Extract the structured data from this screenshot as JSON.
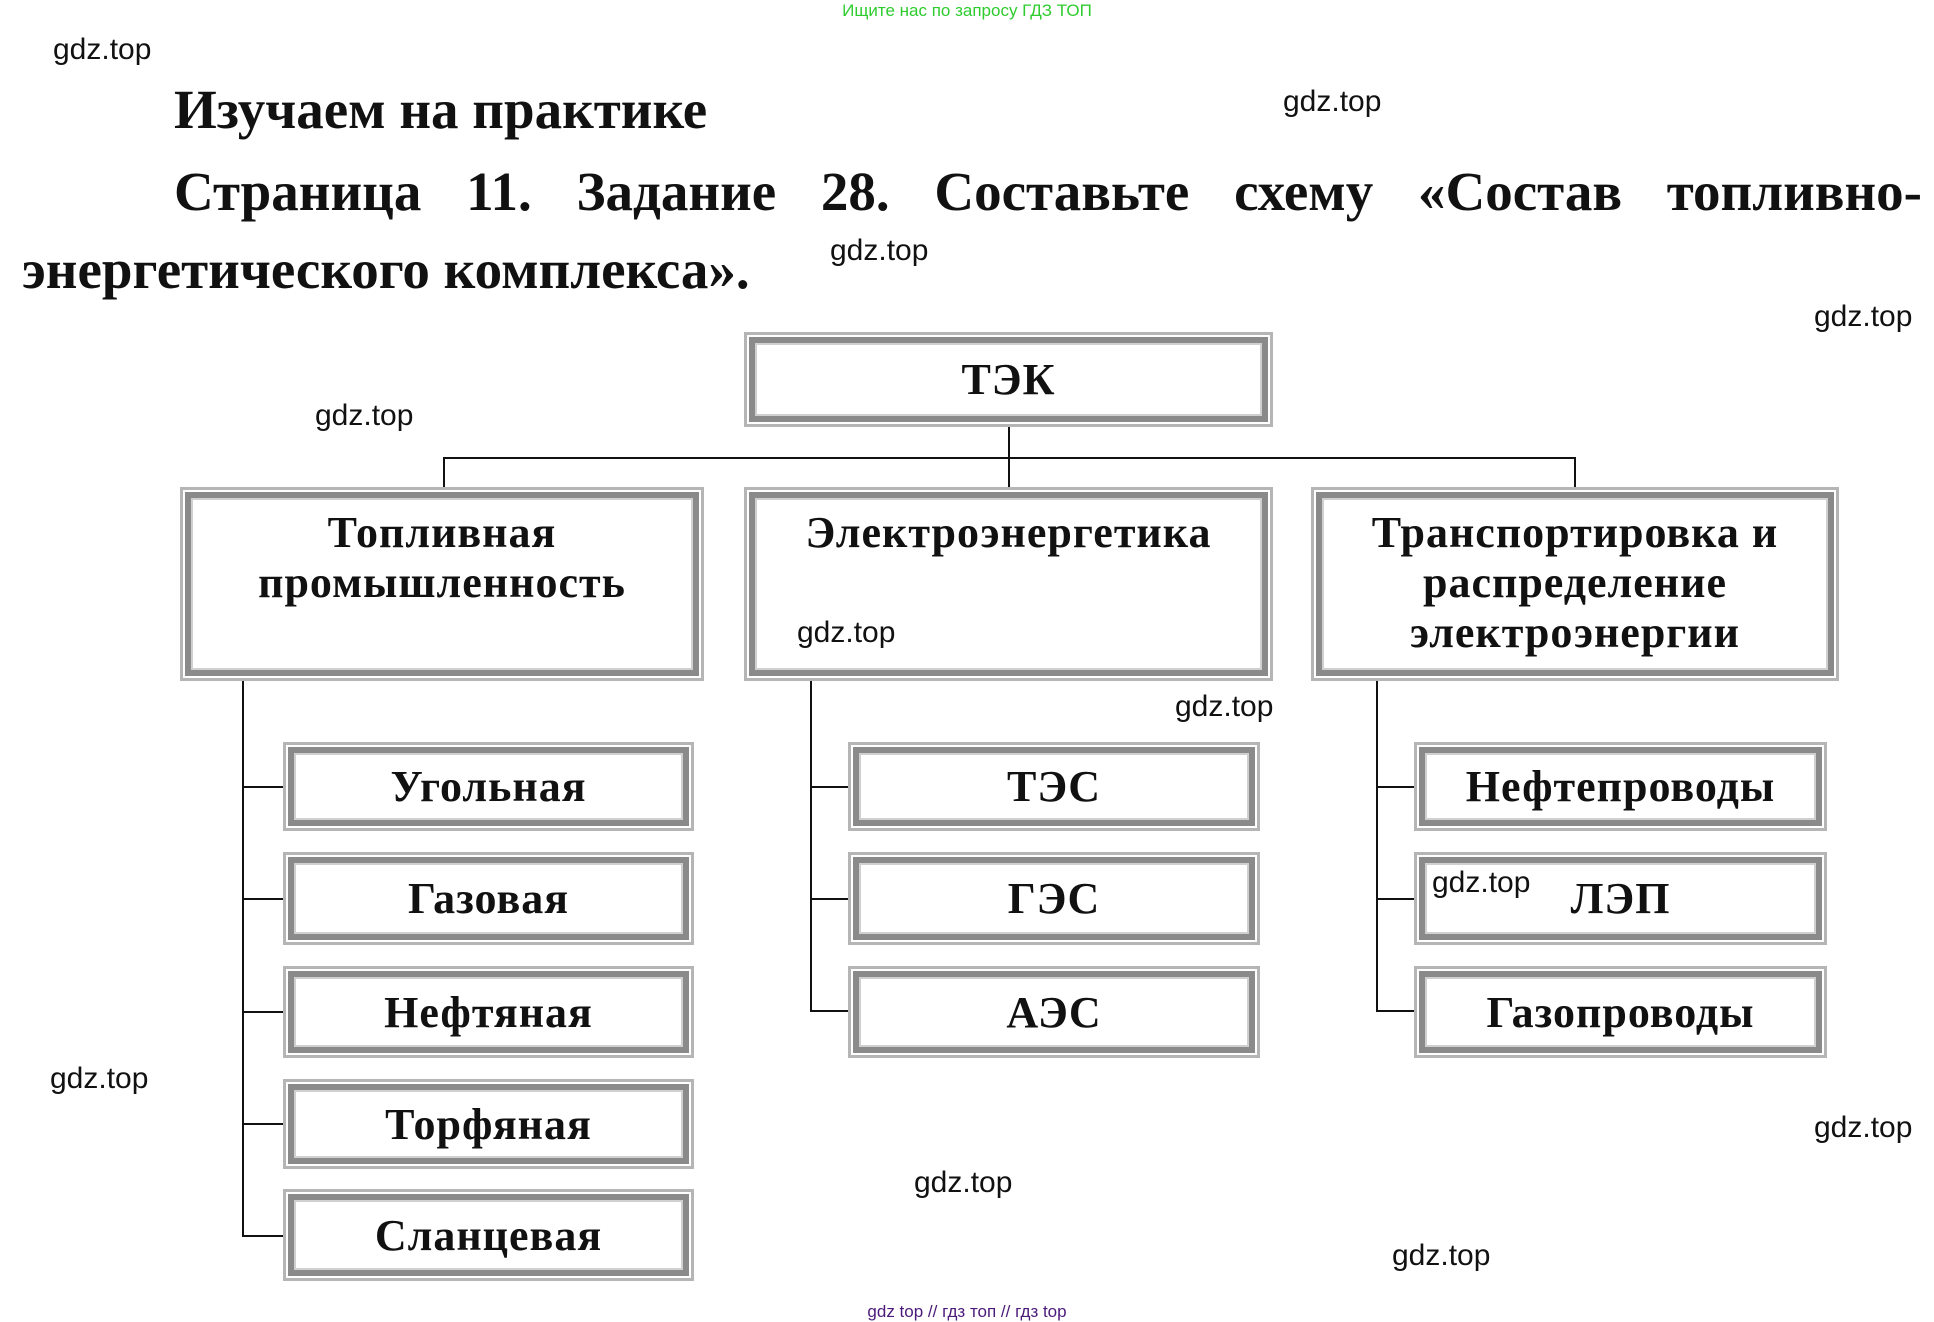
{
  "banner_top": "Ищите нас по запросу ГДЗ ТОП",
  "banner_bottom": "gdz top  //  гдз топ  //  гдз top",
  "heading": "Изучаем на практике",
  "task": "Страница 11. Задание 28.   Составьте схему «Состав топливно-энергетического комплекса».",
  "diagram": {
    "root": "ТЭК",
    "categories": [
      {
        "label": "Топливная промышленность",
        "items": [
          "Угольная",
          "Газовая",
          "Нефтяная",
          "Торфяная",
          "Сланцевая"
        ]
      },
      {
        "label": "Электроэнергетика",
        "items": [
          "ТЭС",
          "ГЭС",
          "АЭС"
        ]
      },
      {
        "label": "Транспортировка и распределение электроэнергии",
        "items": [
          "Нефтепроводы",
          "ЛЭП",
          "Газопроводы"
        ]
      }
    ]
  },
  "watermark": "gdz.top"
}
